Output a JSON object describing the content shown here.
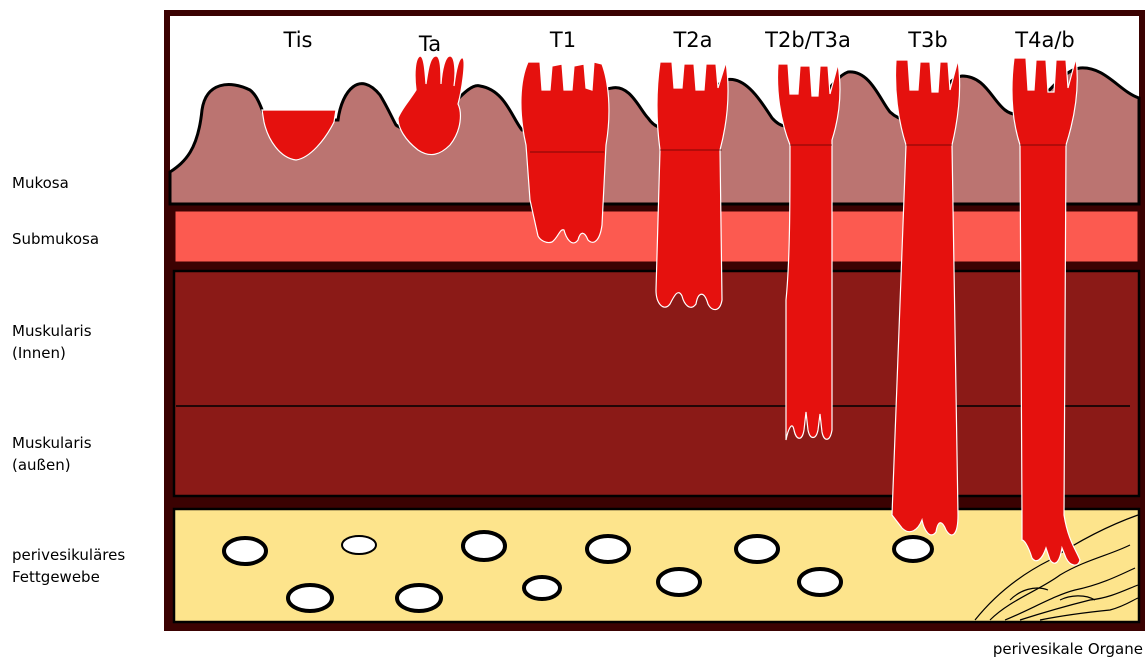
{
  "stages": [
    "Tis",
    "Ta",
    "T1",
    "T2a",
    "T2b/T3a",
    "T3b",
    "T4a/b"
  ],
  "layers": {
    "mucosa": "Mukosa",
    "submucosa": "Submukosa",
    "muscularis_inner_1": "Muskularis",
    "muscularis_inner_2": "(Innen)",
    "muscularis_outer_1": "Muskularis",
    "muscularis_outer_2": "(außen)",
    "fat_1": "perivesikuläres",
    "fat_2": "Fettgewebe"
  },
  "organs_label": "perivesikale Organe",
  "colors": {
    "mucosa": "#bb7471",
    "submucosa": "#fc5a50",
    "muscularis": "#8b1a17",
    "fat": "#fde48c",
    "tumor": "#e5110e",
    "border": "#3b0202"
  }
}
